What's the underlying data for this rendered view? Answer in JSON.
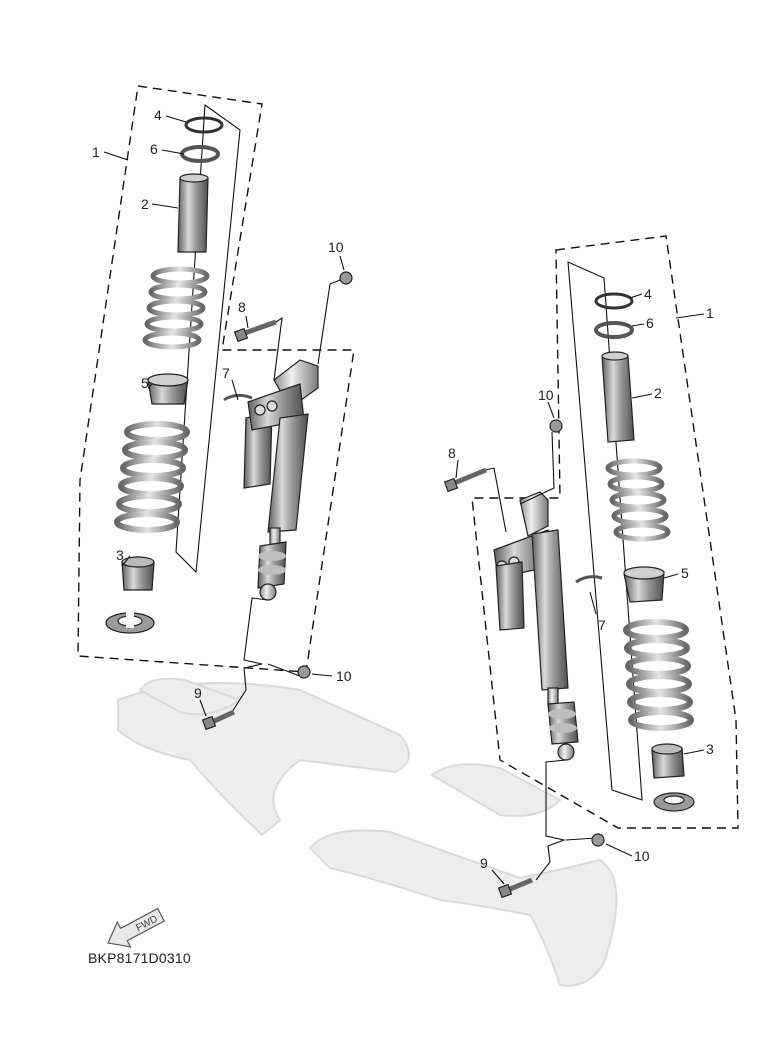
{
  "diagram": {
    "drawing_code": "BKP8171D0310",
    "fwd_label": "FWD",
    "callouts": {
      "left": {
        "assembly": "1",
        "spring_guide_upper": "2",
        "spring_seat_lower": "3",
        "ring_top": "4",
        "spring_seat_middle": "5",
        "ring": "6",
        "clip": "7",
        "upper_bolt": "8",
        "lower_bolt": "9",
        "upper_nut": "10",
        "lower_nut": "10"
      },
      "right": {
        "assembly": "1",
        "spring_guide_upper": "2",
        "spring_seat_lower": "3",
        "ring_top": "4",
        "spring_seat_middle": "5",
        "ring": "6",
        "clip": "7",
        "upper_bolt": "8",
        "lower_bolt": "9",
        "upper_nut": "10",
        "lower_nut": "10"
      }
    },
    "colors": {
      "line": "#111111",
      "steel_light": "#d8d8d8",
      "steel_dark": "#6a6a6a",
      "ghost": "#eeeeee"
    }
  }
}
